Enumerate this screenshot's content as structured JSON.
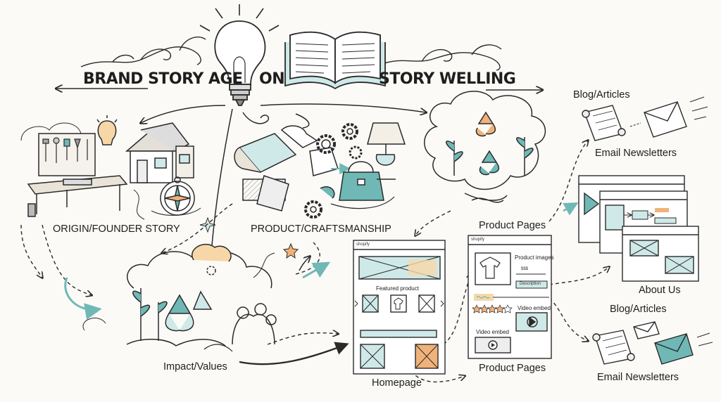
{
  "header": {
    "left_title": "BRAND STORY AGE",
    "middle_word": "ON",
    "right_title": "STORY WELLING"
  },
  "sections": {
    "origin": "ORIGIN/FOUNDER STORY",
    "craft": "PRODUCT/CRAFTSMANSHIP",
    "impact": "Impact/Values",
    "homepage": "Homepage",
    "product_pages_top": "Product Pages",
    "product_pages_bottom": "Product Pages",
    "blog_top": "Blog/Articles",
    "email_top": "Email Newsletters",
    "about": "About Us",
    "blog_bottom": "Blog/Articles",
    "email_bottom": "Email Newsletters"
  },
  "homepage_mock": {
    "logo": "shopify",
    "featured": "Featured product"
  },
  "product_mock": {
    "logo": "shopify",
    "images_label": "Product images",
    "price": "$$$",
    "description_btn": "Description",
    "video_embed_1": "Video embed",
    "video_embed_2": "Video embed"
  },
  "colors": {
    "ink": "#2a2a2a",
    "teal": "#6fb8b5",
    "teal_light": "#cfe9e8",
    "orange": "#f0b27a",
    "paper": "#fbfaf7"
  }
}
